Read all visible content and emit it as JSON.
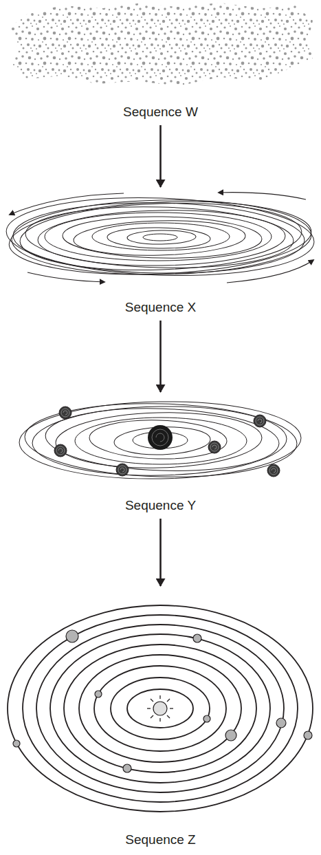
{
  "diagram": {
    "nodes": [
      {
        "text": [
          "Sequence W"
        ]
      },
      {
        "text": [
          "Sequence X"
        ]
      },
      {
        "text": [
          "Sequence Y"
        ]
      },
      {
        "text": [
          "Sequence Z"
        ]
      }
    ],
    "edges": [
      {
        "from": 0,
        "to": 1,
        "arrow": "to"
      },
      {
        "from": 1,
        "to": 2,
        "arrow": "to"
      },
      {
        "from": 2,
        "to": 3,
        "arrow": "to"
      }
    ]
  }
}
